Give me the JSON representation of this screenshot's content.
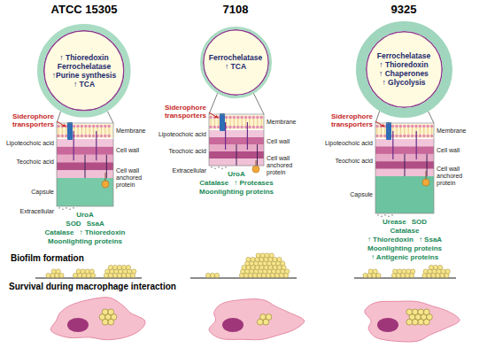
{
  "diagram": {
    "nodes": [
      {
        "text": [
          "↑ Thioredoxin",
          "Ferrochelatase",
          "↑Purine synthesis",
          "↑ TCA"
        ]
      },
      {
        "text": [
          "Ferrochelatase",
          "↑ TCA"
        ]
      },
      {
        "text": [
          "Ferrochelatase",
          "↑ Thioredoxin",
          "↑ Chaperones",
          "↑ Glycolysis"
        ]
      }
    ],
    "labels": [
      "ATCC 15305",
      "Siderophore transporters",
      "Membrane",
      "Lipoteochoic acid",
      "Cell wall",
      "Teochoic acid",
      "Cell wall anchored protein",
      "Capsule",
      "Extracellular",
      "UroA",
      "SOD",
      "SsaA",
      "Catalase",
      "↑ Thioredoxin",
      "Moonlighting proteins",
      "7108",
      "Siderophore transporters",
      "Membrane",
      "Lipoteochoic acid",
      "Cell wall",
      "Teochoic acid",
      "Cell wall anchored protein",
      "Extracellular",
      "UroA",
      "Catalase",
      "↑ Proteases",
      "Moonlighting proteins",
      "9325",
      "Siderophore transporters",
      "Membrane",
      "Lipoteochoic acid",
      "Cell wall",
      "Teochoic acid",
      "Cell wall anchored protein",
      "Capsule",
      "Urease",
      "SOD",
      "Catalase",
      "↑ Thioredoxin",
      "↑ SsaA",
      "Moonlighting proteins",
      "↑ Antigenic proteins",
      "Biofilm formation",
      "Survival during macrophage interaction"
    ]
  }
}
